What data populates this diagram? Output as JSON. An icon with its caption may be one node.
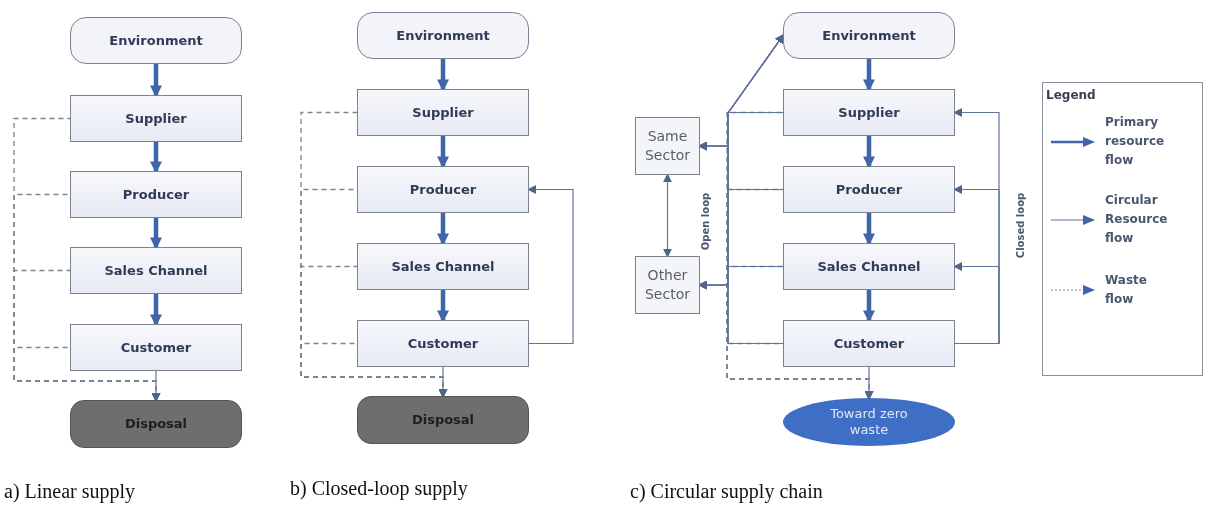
{
  "diagram": {
    "nodes": [
      {
        "text": [
          "Environment"
        ]
      },
      {
        "text": [
          "Supplier"
        ]
      },
      {
        "text": [
          "Producer"
        ]
      },
      {
        "text": [
          "Sales Channel"
        ]
      },
      {
        "text": [
          "Customer"
        ]
      },
      {
        "text": [
          "Disposal"
        ]
      },
      {
        "text": [
          "Environment"
        ]
      },
      {
        "text": [
          "Supplier"
        ]
      },
      {
        "text": [
          "Producer"
        ]
      },
      {
        "text": [
          "Sales Channel"
        ]
      },
      {
        "text": [
          "Customer"
        ]
      },
      {
        "text": [
          "Disposal"
        ]
      },
      {
        "text": [
          "Same Sector"
        ]
      },
      {
        "text": [
          "Other Sector"
        ]
      },
      {
        "text": [
          "Environment"
        ]
      },
      {
        "text": [
          "Supplier"
        ]
      },
      {
        "text": [
          "Producer"
        ]
      },
      {
        "text": [
          "Sales Channel"
        ]
      },
      {
        "text": [
          "Customer"
        ]
      },
      {
        "text": [
          "Toward zero waste"
        ]
      }
    ],
    "edges": [
      {
        "from": 0,
        "to": 1,
        "arrow": "to",
        "style": "thick"
      },
      {
        "from": 1,
        "to": 2,
        "arrow": "to",
        "style": "thick"
      },
      {
        "from": 2,
        "to": 3,
        "arrow": "to",
        "style": "thick"
      },
      {
        "from": 3,
        "to": 4,
        "arrow": "to",
        "style": "thick"
      },
      {
        "from": 4,
        "to": 5,
        "arrow": "to"
      },
      {
        "from": 1,
        "to": 5,
        "arrow": "to",
        "style": "dashed"
      },
      {
        "from": 2,
        "to": 5,
        "arrow": "to",
        "style": "dashed"
      },
      {
        "from": 3,
        "to": 5,
        "arrow": "to",
        "style": "dashed"
      },
      {
        "from": 4,
        "to": 5,
        "arrow": "to",
        "style": "dashed"
      },
      {
        "from": 6,
        "to": 7,
        "arrow": "to",
        "style": "thick"
      },
      {
        "from": 7,
        "to": 8,
        "arrow": "to",
        "style": "thick"
      },
      {
        "from": 8,
        "to": 9,
        "arrow": "to",
        "style": "thick"
      },
      {
        "from": 9,
        "to": 10,
        "arrow": "to",
        "style": "thick"
      },
      {
        "from": 10,
        "to": 11,
        "arrow": "to"
      },
      {
        "from": 7,
        "to": 11,
        "arrow": "to",
        "style": "dashed"
      },
      {
        "from": 8,
        "to": 11,
        "arrow": "to",
        "style": "dashed"
      },
      {
        "from": 9,
        "to": 11,
        "arrow": "to",
        "style": "dashed"
      },
      {
        "from": 10,
        "to": 11,
        "arrow": "to",
        "style": "dashed"
      },
      {
        "from": 10,
        "to": 8,
        "arrow": "to"
      },
      {
        "from": 14,
        "to": 15,
        "arrow": "to",
        "style": "thick"
      },
      {
        "from": 15,
        "to": 16,
        "arrow": "to",
        "style": "thick"
      },
      {
        "from": 16,
        "to": 17,
        "arrow": "to",
        "style": "thick"
      },
      {
        "from": 17,
        "to": 18,
        "arrow": "to",
        "style": "thick"
      },
      {
        "from": 18,
        "to": 19,
        "arrow": "to"
      },
      {
        "from": 15,
        "to": 19,
        "arrow": "to",
        "style": "dashed"
      },
      {
        "from": 16,
        "to": 19,
        "arrow": "to",
        "style": "dashed"
      },
      {
        "from": 17,
        "to": 19,
        "arrow": "to",
        "style": "dashed"
      },
      {
        "from": 18,
        "to": 19,
        "arrow": "to",
        "style": "dashed"
      },
      {
        "from": 15,
        "to": 12,
        "arrow": "to"
      },
      {
        "from": 15,
        "to": 13,
        "arrow": "to"
      },
      {
        "from": 15,
        "to": 14,
        "arrow": "to"
      },
      {
        "from": 16,
        "to": 12,
        "arrow": "to"
      },
      {
        "from": 16,
        "to": 13,
        "arrow": "to"
      },
      {
        "from": 16,
        "to": 14,
        "arrow": "to"
      },
      {
        "from": 17,
        "to": 12,
        "arrow": "to"
      },
      {
        "from": 17,
        "to": 13,
        "arrow": "to"
      },
      {
        "from": 17,
        "to": 14,
        "arrow": "to"
      },
      {
        "from": 18,
        "to": 12,
        "arrow": "to"
      },
      {
        "from": 18,
        "to": 13,
        "arrow": "to"
      },
      {
        "from": 18,
        "to": 14,
        "arrow": "to"
      },
      {
        "from": 18,
        "to": 15,
        "arrow": "to"
      },
      {
        "from": 18,
        "to": 16,
        "arrow": "to"
      },
      {
        "from": 18,
        "to": 17,
        "arrow": "to"
      },
      {
        "from": 12,
        "to": 13,
        "arrow": "both"
      }
    ],
    "labels": [
      "a) Linear supply",
      "b) Closed-loop supply",
      "c) Circular supply chain",
      "Open loop",
      "Closed loop",
      "Legend"
    ],
    "legend": [
      {
        "text": "Primary resource flow"
      },
      {
        "text": "Circular Resource flow"
      },
      {
        "text": "Waste flow"
      }
    ]
  }
}
